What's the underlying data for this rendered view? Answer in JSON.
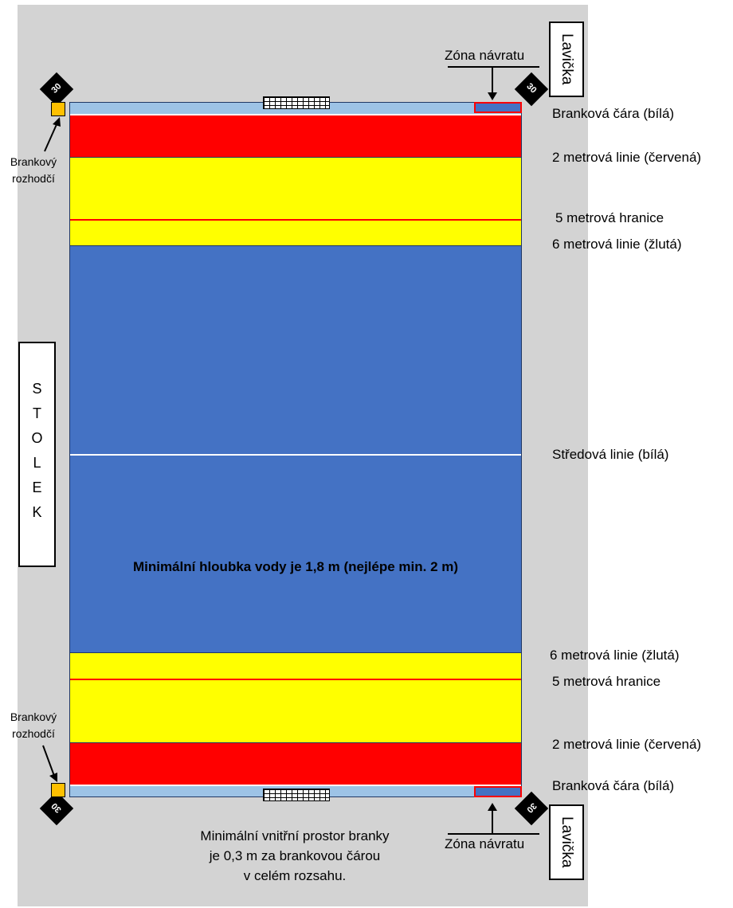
{
  "labels": {
    "return_zone": "Zóna návratu",
    "bench": "Lavička",
    "goal_line": "Branková čára (bílá)",
    "two_m_line": "2 metrová linie (červená)",
    "five_m_boundary": "5 metrová hranice",
    "six_m_line": "6 metrová linie (žlutá)",
    "center_line": "Středová linie (bílá)",
    "table": "STOLEK",
    "goal_judge_line1": "Brankový",
    "goal_judge_line2": "rozhodčí",
    "water_depth": "Minimální hloubka vody je 1,8 m (nejlépe min. 2 m)",
    "goal_space_line1": "Minimální vnitřní prostor branky",
    "goal_space_line2": "je 0,3 m za brankovou čárou",
    "goal_space_line3": "v celém rozsahu.",
    "shot_clock": "30"
  },
  "table_letters": [
    "S",
    "T",
    "O",
    "L",
    "E",
    "K"
  ],
  "colors": {
    "water": "#4472c4",
    "two_m_zone": "#ff0000",
    "six_m_zone": "#ffff00",
    "goal_strip": "#9dc3e6",
    "goal_judge": "#ffc000",
    "pool_deck": "#d3d3d3"
  }
}
